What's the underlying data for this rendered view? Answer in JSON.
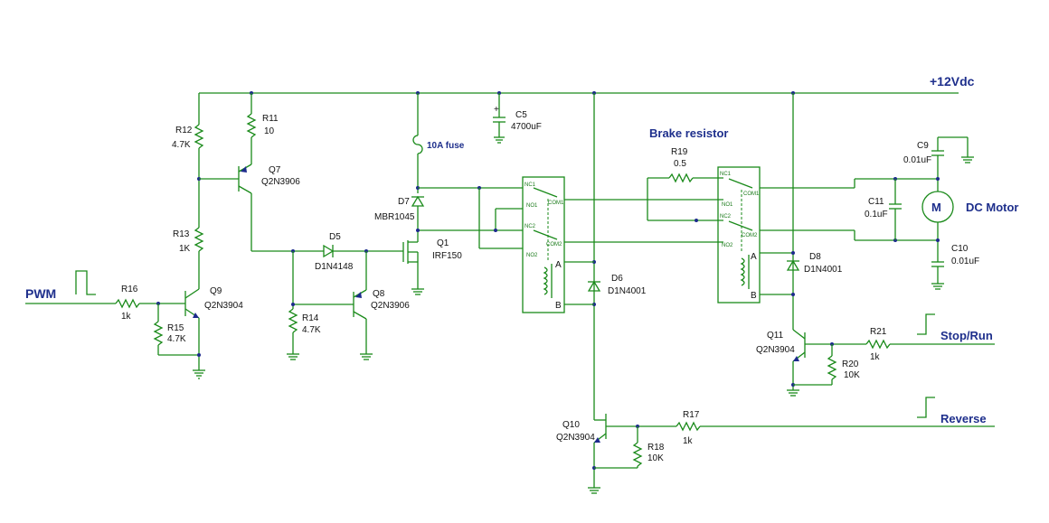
{
  "signals": {
    "supply": "+12Vdc",
    "pwm": "PWM",
    "stop_run": "Stop/Run",
    "reverse": "Reverse",
    "motor": "DC Motor",
    "motor_symbol": "M",
    "brake": "Brake resistor",
    "fuse": "10A fuse"
  },
  "components": {
    "R11": {
      "ref": "R11",
      "value": "10"
    },
    "R12": {
      "ref": "R12",
      "value": "4.7K"
    },
    "R13": {
      "ref": "R13",
      "value": "1K"
    },
    "R14": {
      "ref": "R14",
      "value": "4.7K"
    },
    "R15": {
      "ref": "R15",
      "value": "4.7K"
    },
    "R16": {
      "ref": "R16",
      "value": "1k"
    },
    "R17": {
      "ref": "R17",
      "value": "1k"
    },
    "R18": {
      "ref": "R18",
      "value": "10K"
    },
    "R19": {
      "ref": "R19",
      "value": "0.5"
    },
    "R20": {
      "ref": "R20",
      "value": "10K"
    },
    "R21": {
      "ref": "R21",
      "value": "1k"
    },
    "Q1": {
      "ref": "Q1",
      "value": "IRF150"
    },
    "Q7": {
      "ref": "Q7",
      "value": "Q2N3906"
    },
    "Q8": {
      "ref": "Q8",
      "value": "Q2N3906"
    },
    "Q9": {
      "ref": "Q9",
      "value": "Q2N3904"
    },
    "Q10": {
      "ref": "Q10",
      "value": "Q2N3904"
    },
    "Q11": {
      "ref": "Q11",
      "value": "Q2N3904"
    },
    "D5": {
      "ref": "D5",
      "value": "D1N4148"
    },
    "D6": {
      "ref": "D6",
      "value": "D1N4001"
    },
    "D7": {
      "ref": "D7",
      "value": "MBR1045"
    },
    "D8": {
      "ref": "D8",
      "value": "D1N4001"
    },
    "C5": {
      "ref": "C5",
      "value": "4700uF",
      "polarity": "+"
    },
    "C9": {
      "ref": "C9",
      "value": "0.01uF"
    },
    "C10": {
      "ref": "C10",
      "value": "0.01uF"
    },
    "C11": {
      "ref": "C11",
      "value": "0.1uF"
    }
  },
  "relay_pins": {
    "nc1": "NC1",
    "no1": "NO1",
    "com1": "COM1",
    "nc2": "NC2",
    "no2": "NO2",
    "com2": "COM2",
    "coil_a": "A",
    "coil_b": "B"
  }
}
